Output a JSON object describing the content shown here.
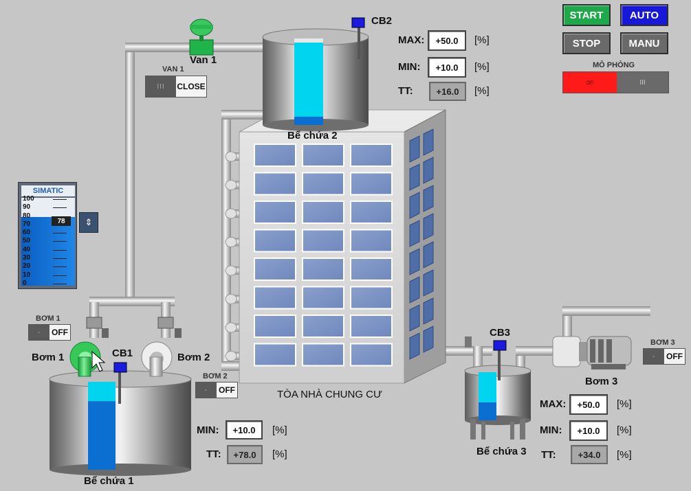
{
  "controls": {
    "start_label": "START",
    "auto_label": "AUTO",
    "stop_label": "STOP",
    "manu_label": "MANU",
    "simulation_label": "MÔ PHỎNG",
    "simulation_on_text": "on",
    "simulation_off_text": "III"
  },
  "colors": {
    "start": "#1fa84a",
    "auto": "#1818d8",
    "button_gray": "#6a6a6a",
    "water_light": "#00d4ee",
    "water_dark": "#0a6fd0",
    "alarm_red": "#ff1a1a"
  },
  "valve1": {
    "name": "Van 1",
    "toggle_label": "VAN 1",
    "toggle_left": "III",
    "toggle_state": "CLOSE"
  },
  "tank2": {
    "name": "Bể chứa 2",
    "sensor": "CB2",
    "max_label": "MAX:",
    "max_value": "+50.0",
    "min_label": "MIN:",
    "min_value": "+10.0",
    "tt_label": "TT:",
    "tt_value": "+16.0",
    "unit": "[%]",
    "level_fraction": 0.16
  },
  "tank1": {
    "name": "Bể chứa 1",
    "sensor": "CB1",
    "min_label": "MIN:",
    "min_value": "+10.0",
    "tt_label": "TT:",
    "tt_value": "+78.0",
    "unit": "[%]",
    "level_fraction": 0.78
  },
  "tank3": {
    "name": "Bể chứa 3",
    "sensor": "CB3",
    "max_label": "MAX:",
    "max_value": "+50.0",
    "min_label": "MIN:",
    "min_value": "+10.0",
    "tt_label": "TT:",
    "tt_value": "+34.0",
    "unit": "[%]",
    "level_fraction": 0.34
  },
  "pump1": {
    "name": "Bơm 1",
    "toggle_label": "BƠM 1",
    "toggle_state": "OFF",
    "toggle_left": "-"
  },
  "pump2": {
    "name": "Bơm 2",
    "toggle_label": "BƠM 2",
    "toggle_state": "OFF",
    "toggle_left": "-"
  },
  "pump3": {
    "name": "Bơm 3",
    "toggle_label": "BƠM 3",
    "toggle_state": "OFF",
    "toggle_left": "-"
  },
  "building": {
    "name": "TÒA NHÀ CHUNG CƯ"
  },
  "slider": {
    "brand": "SIMATIC",
    "ticks": [
      "100",
      "90",
      "80",
      "70",
      "60",
      "50",
      "40",
      "30",
      "20",
      "10",
      "0"
    ],
    "value": "78",
    "level_percent": 78
  }
}
